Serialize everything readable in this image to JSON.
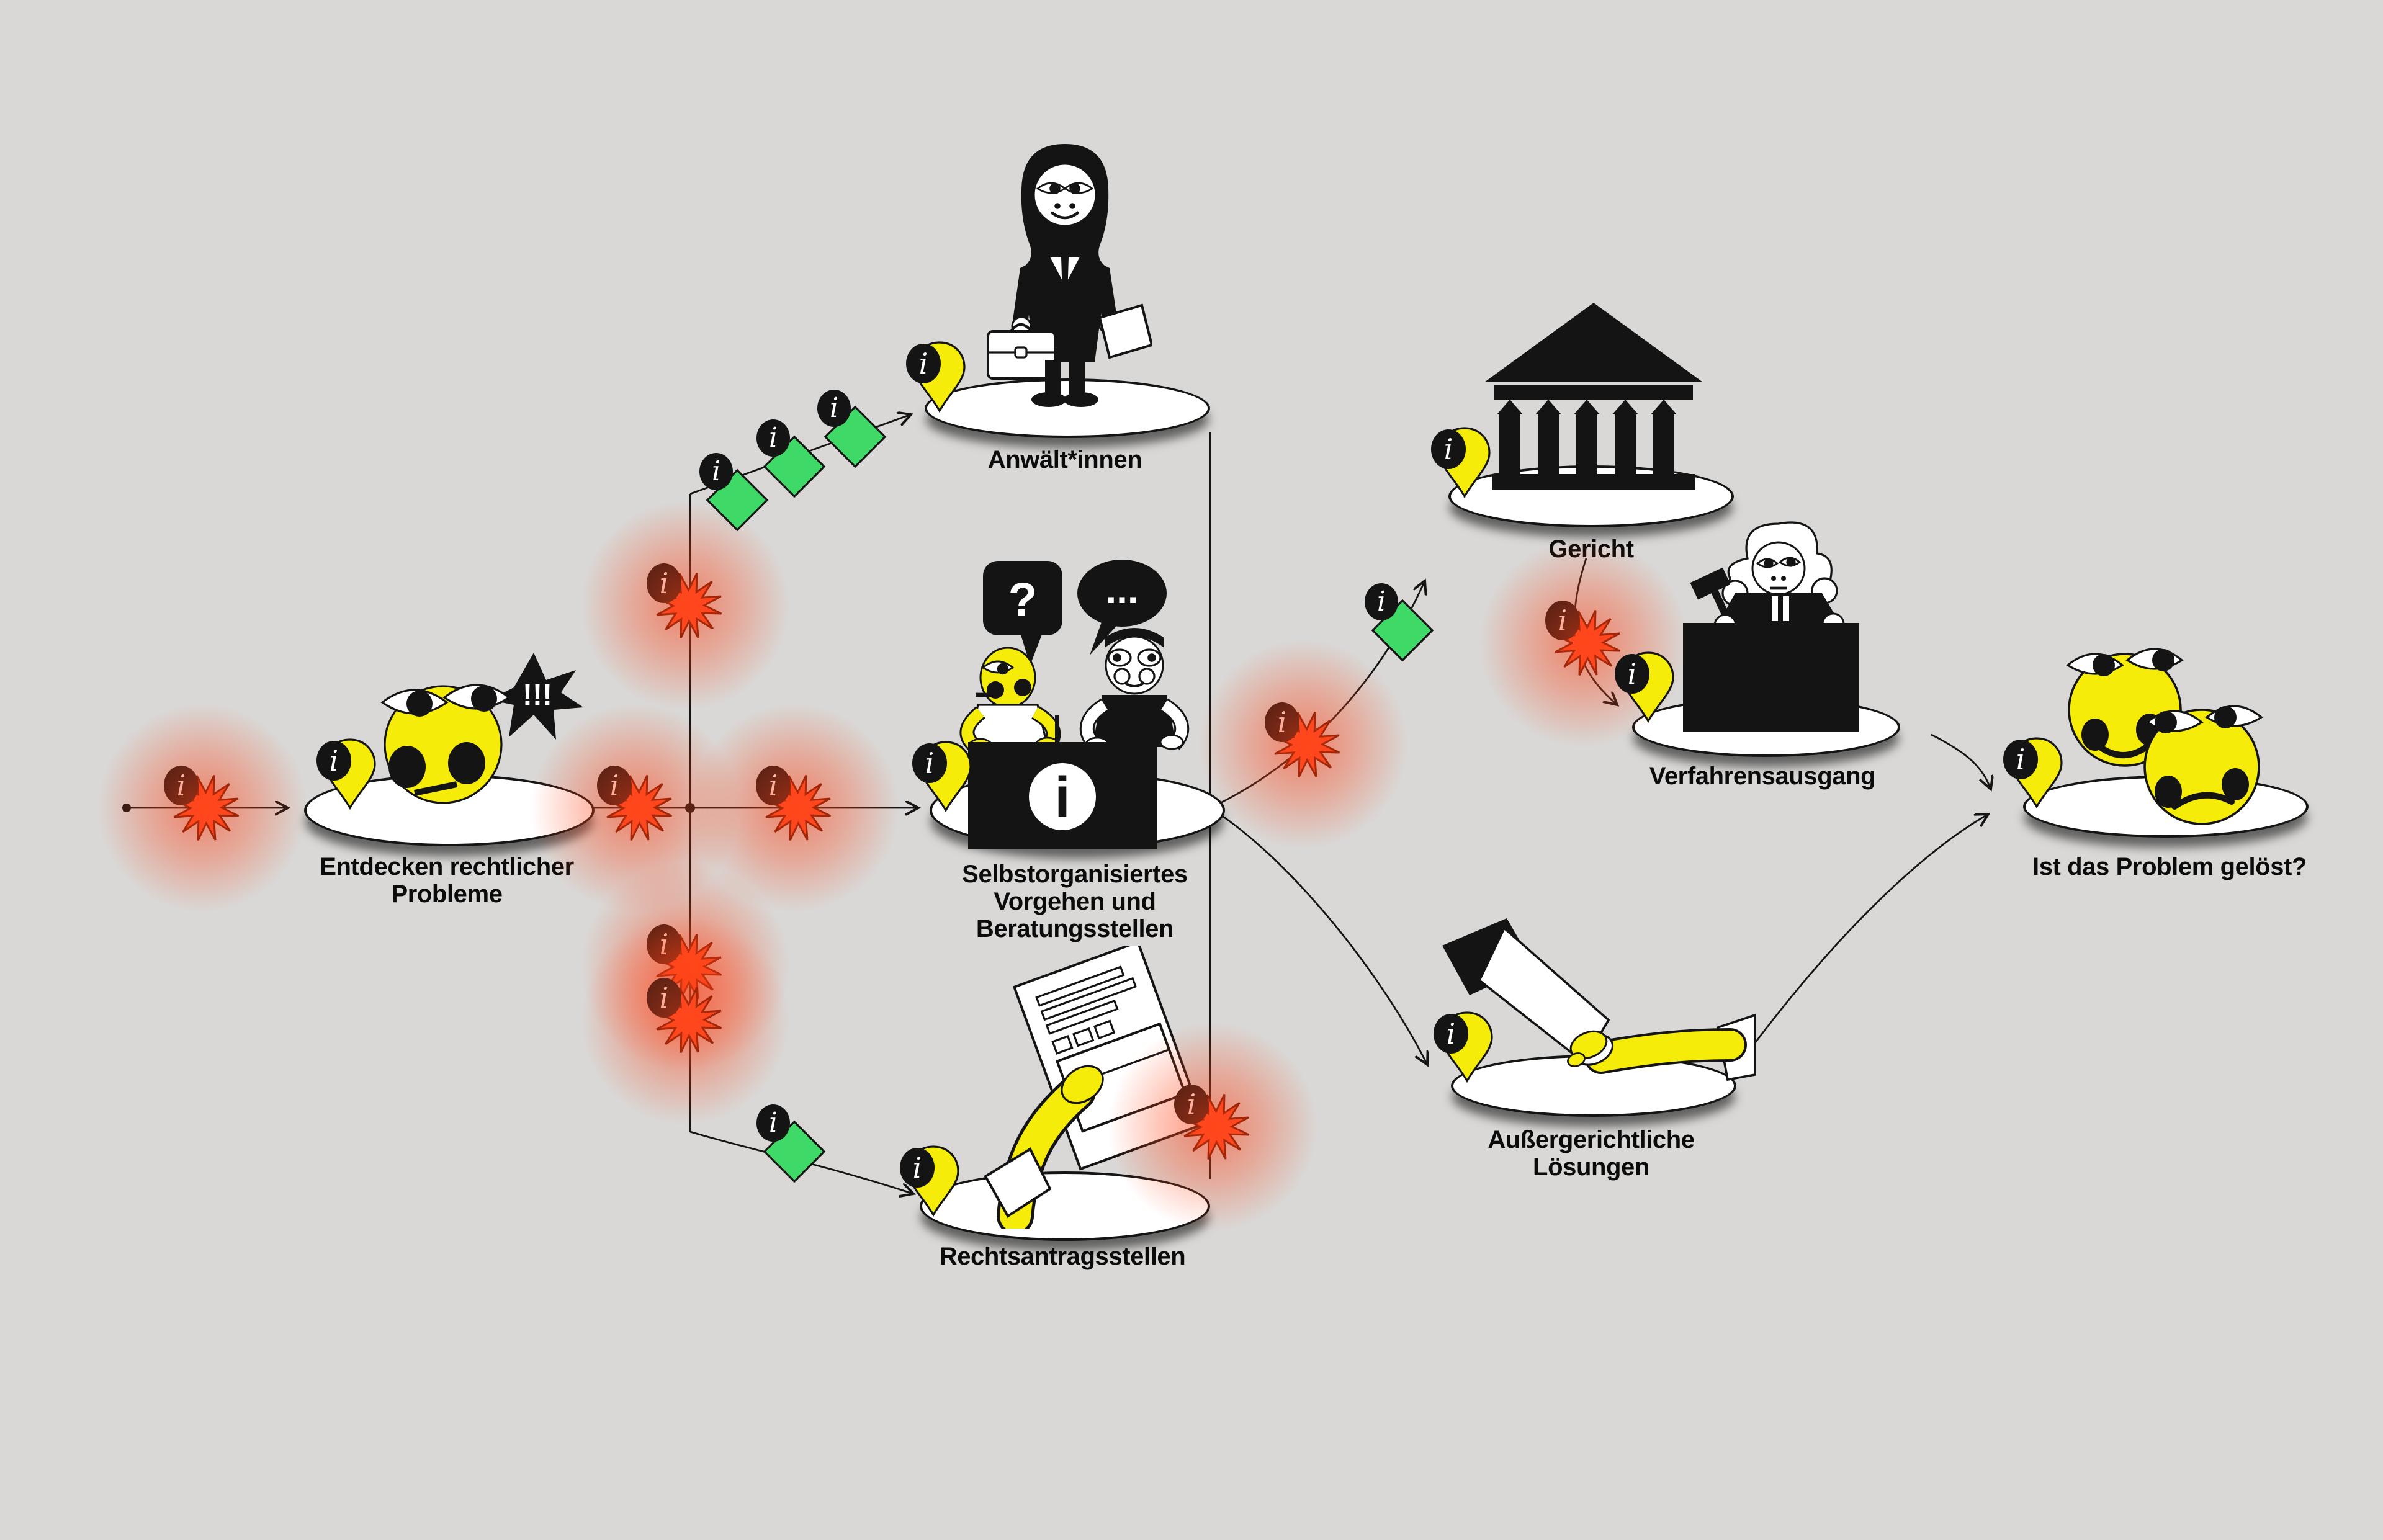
{
  "canvas": {
    "background": "#d9d8d6"
  },
  "colors": {
    "ink": "#141414",
    "platform_white": "#ffffff",
    "accent_yellow": "#f5ec0a",
    "marker_green": "#3fd968",
    "alert_red": "#ff4a22",
    "glow_red": "rgba(255,66,22,0.5)"
  },
  "icons": {
    "info_glyph": "i",
    "desk_info_glyph": "i",
    "alert_glyph": "!!!",
    "question_glyph": "?",
    "ellipsis_glyph": "..."
  },
  "nodes": {
    "entdecken": {
      "label_lines": [
        "Entdecken rechtlicher",
        "Probleme"
      ]
    },
    "anwaelte": {
      "label": "Anwält*innen"
    },
    "selbst": {
      "label_lines": [
        "Selbstorganisiertes",
        "Vorgehen und",
        "Beratungsstellen"
      ]
    },
    "rechtsantrag": {
      "label": "Rechtsantragsstellen"
    },
    "gericht": {
      "label": "Gericht"
    },
    "verfahrensausgang": {
      "label": "Verfahrensausgang"
    },
    "aussergerichtlich": {
      "label_lines": [
        "Außergerichtliche",
        "Lösungen"
      ]
    },
    "geloest": {
      "label": "Ist das Problem gelöst?"
    }
  }
}
